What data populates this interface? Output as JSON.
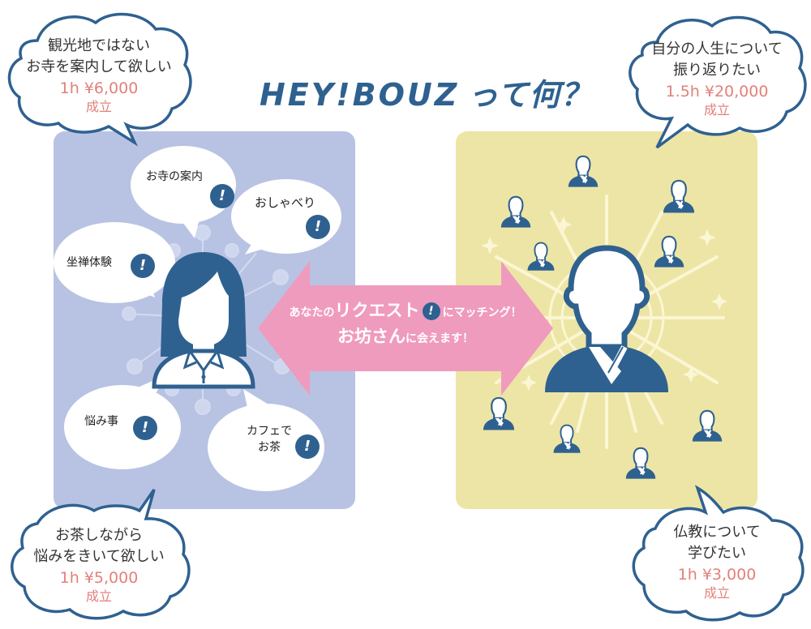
{
  "title": {
    "latin": "HEY!BOUZ",
    "jp": "って何？"
  },
  "colors": {
    "navy": "#2f6190",
    "panel_left": "#b8c3e3",
    "panel_right": "#ede5a5",
    "arrow_pink": "#ef9bbd",
    "price_coral": "#e2817a"
  },
  "clouds": [
    {
      "position": "top-left",
      "line1": "観光地ではない",
      "line2": "お寺を案内して欲しい",
      "price": "1h ¥6,000",
      "status": "成立"
    },
    {
      "position": "top-right",
      "line1": "自分の人生について",
      "line2": "振り返りたい",
      "price": "1.5h ¥20,000",
      "status": "成立"
    },
    {
      "position": "bottom-left",
      "line1": "お茶しながら",
      "line2": "悩みをきいて欲しい",
      "price": "1h ¥5,000",
      "status": "成立"
    },
    {
      "position": "bottom-right",
      "line1": "仏教について",
      "line2": "学びたい",
      "price": "1h ¥3,000",
      "status": "成立"
    }
  ],
  "requests": [
    {
      "label": "お寺の案内",
      "icon": "exclamation-icon"
    },
    {
      "label": "おしゃべり",
      "icon": "exclamation-icon"
    },
    {
      "label": "坐禅体験",
      "icon": "exclamation-icon"
    },
    {
      "label": "悩み事",
      "icon": "exclamation-icon"
    },
    {
      "label_line1": "カフェで",
      "label_line2": "お茶",
      "icon": "exclamation-icon"
    }
  ],
  "exclamation": "!",
  "arrow": {
    "line1_pre": "あなたの",
    "line1_big": "リクエスト",
    "line1_post": "にマッチング！",
    "line2_big": "お坊さん",
    "line2_post": "に会えます！"
  }
}
